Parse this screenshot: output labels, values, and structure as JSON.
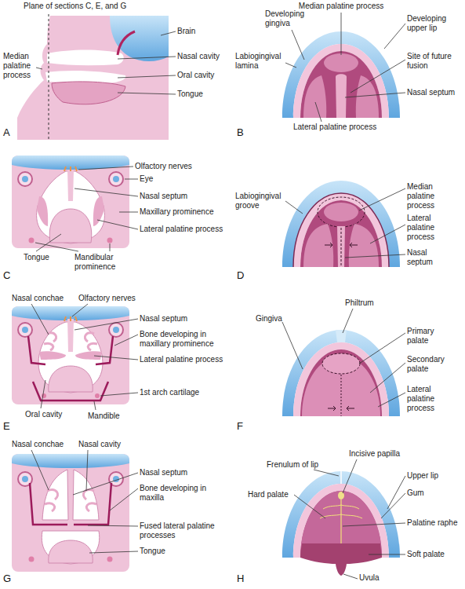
{
  "diagram": {
    "labels": [
      "Plane of sections C, E, and G",
      "Brain",
      "Median palatine process",
      "Nasal cavity",
      "Oral cavity",
      "Tongue",
      "A",
      "Median palatine process",
      "Developing gingiva",
      "Developing upper lip",
      "Labiogingival lamina",
      "Site of future fusion",
      "Nasal septum",
      "Lateral palatine process",
      "B",
      "Olfactory nerves",
      "Eye",
      "Nasal septum",
      "Maxillary prominence",
      "Tongue",
      "Mandibular prominence",
      "Lateral palatine process",
      "C",
      "Labiogingival groove",
      "Median palatine process",
      "Lateral palatine process",
      "Nasal septum",
      "D",
      "Nasal conchae",
      "Olfactory nerves",
      "Nasal septum",
      "Bone developing in maxillary prominence",
      "Lateral palatine process",
      "Oral cavity",
      "Mandible",
      "1st arch cartilage",
      "E",
      "Gingiva",
      "Philtrum",
      "Primary palate",
      "Secondary palate",
      "Lateral palatine process",
      "F",
      "Nasal conchae",
      "Nasal cavity",
      "Nasal septum",
      "Bone developing in maxilla",
      "Fused lateral palatine processes",
      "Tongue",
      "G",
      "Frenulum of lip",
      "Incisive papilla",
      "Hard palate",
      "Upper lip",
      "Gum",
      "Palatine raphe",
      "Soft palate",
      "Uvula",
      "H"
    ]
  }
}
